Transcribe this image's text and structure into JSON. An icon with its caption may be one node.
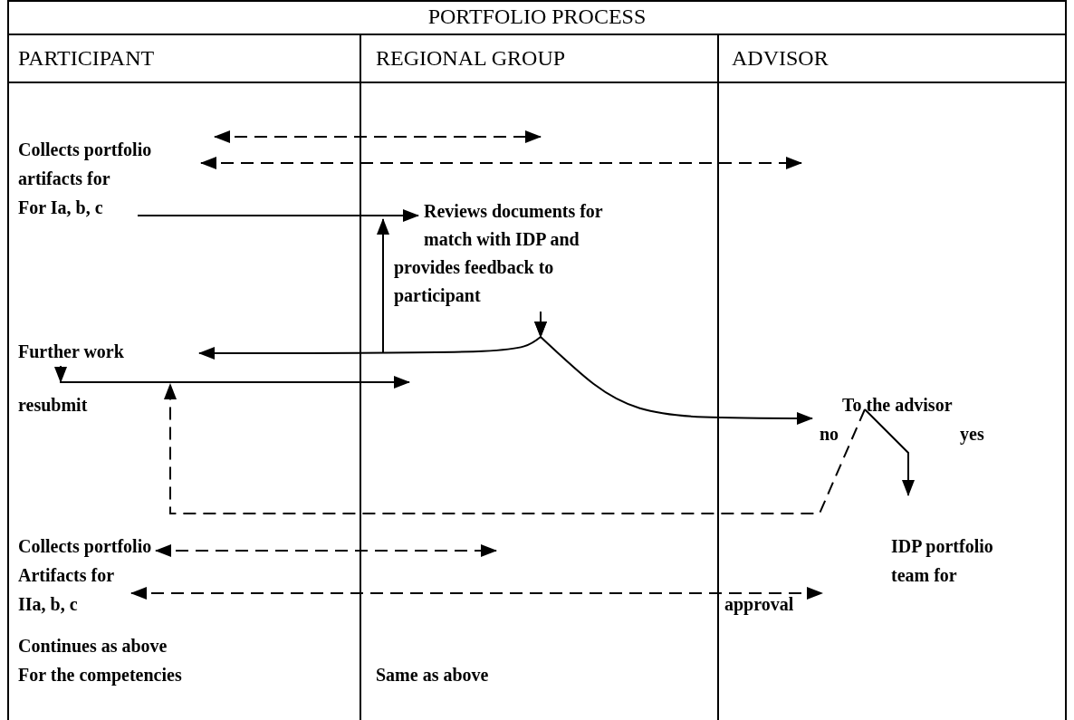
{
  "diagram": {
    "title": "PORTFOLIO PROCESS",
    "nodes": [
      {
        "text": [
          "Collects portfolio artifacts for For Ia, b, c"
        ]
      },
      {
        "text": [
          "Reviews documents for match with IDP and provides feedback to participant"
        ]
      },
      {
        "text": [
          "Further work"
        ]
      },
      {
        "text": [
          "resubmit"
        ]
      },
      {
        "text": [
          "To the advisor"
        ]
      },
      {
        "text": [
          "IDP portfolio team for"
        ]
      },
      {
        "text": [
          "Collects portfolio Artifacts for IIa, b, c"
        ]
      },
      {
        "text": [
          "Continues as above For the competencies"
        ]
      },
      {
        "text": [
          "Same as above"
        ]
      }
    ],
    "edges": [
      {
        "from": 0,
        "to": null,
        "arrow": "both",
        "style": "dashed"
      },
      {
        "from": 0,
        "to": null,
        "arrow": "both",
        "style": "dashed"
      },
      {
        "from": 0,
        "to": 1,
        "arrow": "to"
      },
      {
        "from": null,
        "to": 1,
        "arrow": "to"
      },
      {
        "from": 1,
        "to": 2,
        "arrow": "to"
      },
      {
        "from": 1,
        "to": 4,
        "arrow": "to"
      },
      {
        "from": 2,
        "to": null,
        "arrow": "to"
      },
      {
        "from": 4,
        "to": 5,
        "arrow": "to",
        "label": "yes"
      },
      {
        "from": 4,
        "to": null,
        "arrow": "to",
        "label": "no",
        "style": "dashed"
      },
      {
        "from": 6,
        "to": null,
        "arrow": "both",
        "style": "dashed"
      },
      {
        "from": 6,
        "to": null,
        "arrow": "both",
        "style": "dashed"
      }
    ],
    "labels": [
      "PARTICIPANT",
      "REGIONAL GROUP",
      "ADVISOR",
      "approval"
    ]
  }
}
